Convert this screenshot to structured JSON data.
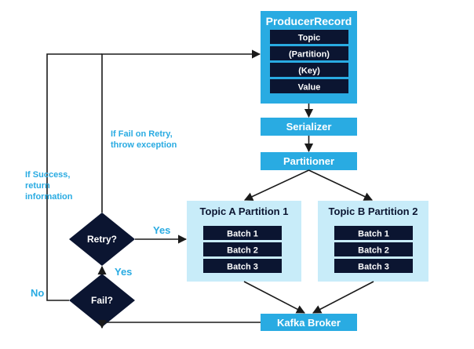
{
  "producer_record": {
    "title": "ProducerRecord",
    "fields": [
      "Topic",
      "(Partition)",
      "(Key)",
      "Value"
    ]
  },
  "serializer": "Serializer",
  "partitioner": "Partitioner",
  "partitions": [
    {
      "title": "Topic A Partition 1",
      "batches": [
        "Batch 1",
        "Batch 2",
        "Batch 3"
      ]
    },
    {
      "title": "Topic B Partition 2",
      "batches": [
        "Batch 1",
        "Batch 2",
        "Batch 3"
      ]
    }
  ],
  "broker": "Kafka Broker",
  "decisions": {
    "retry": "Retry?",
    "fail": "Fail?"
  },
  "labels": {
    "fail_on_retry_line1": "If Fail on Retry,",
    "fail_on_retry_line2": "throw exception",
    "success_line1": "If Success,",
    "success_line2": "return",
    "success_line3": "information",
    "yes_retry": "Yes",
    "yes_fail": "Yes",
    "no_fail": "No"
  },
  "colors": {
    "box_blue": "#29abe2",
    "panel_light": "#c8ecf9",
    "navy": "#0b1531",
    "label_blue": "#29abe2"
  }
}
